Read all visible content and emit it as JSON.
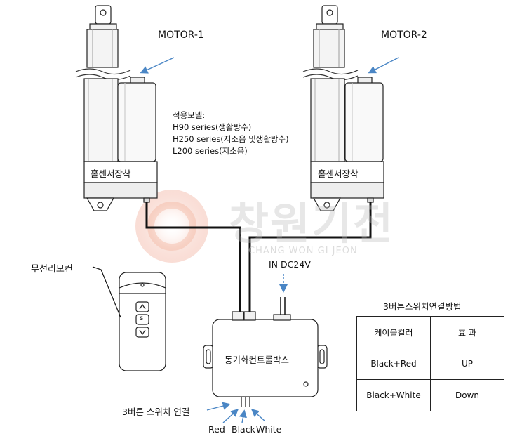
{
  "motors": {
    "motor1_label": "MOTOR-1",
    "motor2_label": "MOTOR-2",
    "sensor_label_1": "홀센서장착",
    "sensor_label_2": "홀센서장착"
  },
  "models": {
    "heading": "적용모델:",
    "line1": "H90 series(생활방수)",
    "line2": "H250 series(저소음 및생활방수)",
    "line3": "L200 series(저소음)"
  },
  "watermark": {
    "text": "창원기전",
    "sub": "CHANG WON GI JEON"
  },
  "remote": {
    "label": "무선리모컨",
    "stop_glyph": "s"
  },
  "power": {
    "label": "IN DC24V"
  },
  "controller": {
    "label": "동기화컨트롤박스"
  },
  "switch": {
    "label": "3버튼 스위치 연결",
    "wire_red": "Red",
    "wire_black": "Black",
    "wire_white": "White"
  },
  "table": {
    "title": "3버튼스위치연결방법",
    "header_col1": "케이블컬러",
    "header_col2": "효 과",
    "rows": [
      {
        "color": "Black+Red",
        "effect": "UP"
      },
      {
        "color": "Black+White",
        "effect": "Down"
      }
    ]
  },
  "colors": {
    "watermark_accent": "#e8785a",
    "arrow_blue": "#4a86c5",
    "line": "#111111"
  }
}
